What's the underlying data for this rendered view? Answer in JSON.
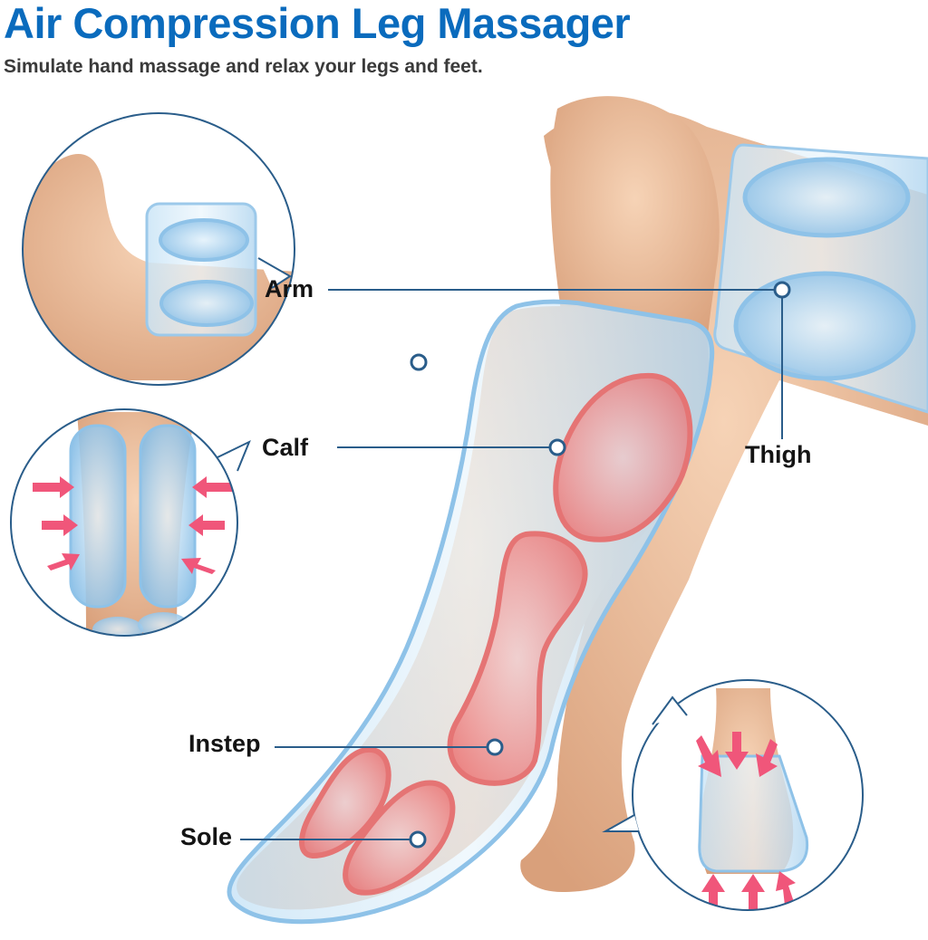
{
  "header": {
    "title": "Air Compression Leg Massager",
    "subtitle": "Simulate hand massage and relax your legs and feet."
  },
  "labels": {
    "arm": "Arm",
    "thigh": "Thigh",
    "calf": "Calf",
    "instep": "Instep",
    "sole": "Sole"
  },
  "colors": {
    "title_blue": "#0a6bbd",
    "subtitle_gray": "#3a3a3a",
    "callout_line": "#2a5d8a",
    "airbag_blue": "#9cc9ea",
    "airbag_red": "#ee6f6f",
    "arrow_pink": "#f0567a"
  }
}
